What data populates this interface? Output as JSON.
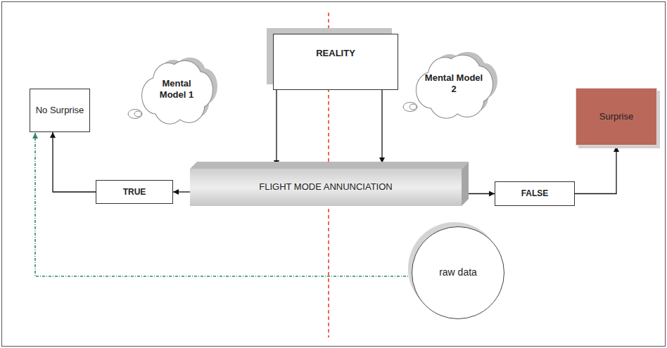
{
  "diagram": {
    "nodes": [
      {
        "text": [
          "No Surprise"
        ]
      },
      {
        "text": [
          "Mental Model 1"
        ]
      },
      {
        "text": [
          "REALITY"
        ]
      },
      {
        "text": [
          "Mental Model 2"
        ]
      },
      {
        "text": [
          "Surprise"
        ]
      },
      {
        "text": [
          "TRUE"
        ]
      },
      {
        "text": [
          "FLIGHT MODE ANNUNCIATION"
        ]
      },
      {
        "text": [
          "FALSE"
        ]
      },
      {
        "text": [
          "raw data"
        ]
      }
    ],
    "edges": [
      {
        "from": 2,
        "to": 6,
        "arrow": "to"
      },
      {
        "from": 2,
        "to": 6,
        "arrow": "to"
      },
      {
        "from": 6,
        "to": 5,
        "arrow": "to"
      },
      {
        "from": 5,
        "to": 0,
        "arrow": "to"
      },
      {
        "from": 6,
        "to": 7,
        "arrow": "to"
      },
      {
        "from": 7,
        "to": 4,
        "arrow": "to"
      },
      {
        "from": 8,
        "to": 0,
        "arrow": "to"
      }
    ]
  }
}
